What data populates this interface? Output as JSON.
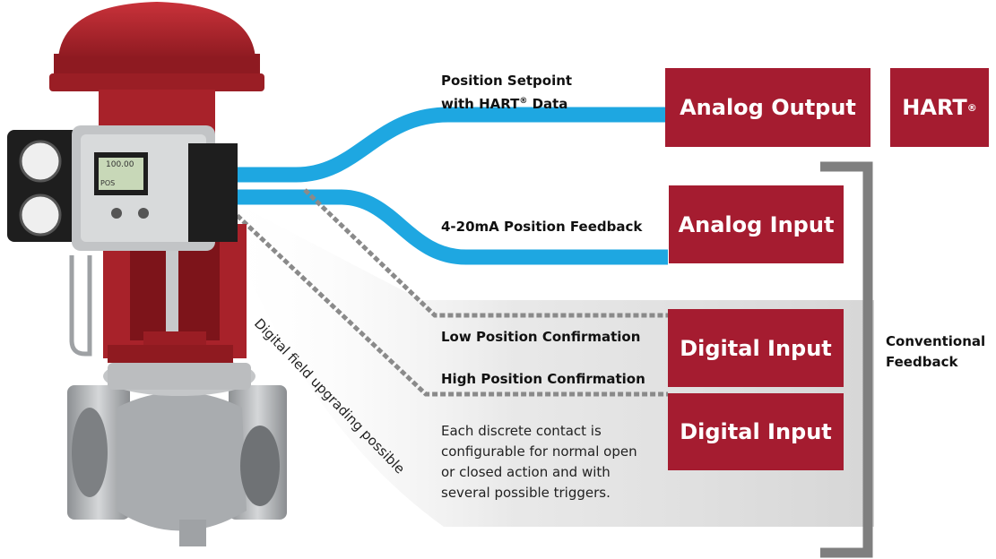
{
  "labels": {
    "setpoint_line1": "Position Setpoint",
    "setpoint_line2_pre": "with HART",
    "setpoint_line2_reg": "®",
    "setpoint_line2_post": " Data",
    "feedback_4_20": "4-20mA Position Feedback",
    "low_confirm": "Low Position Confirmation",
    "high_confirm": "High Position Confirmation",
    "conventional_line1": "Conventional",
    "conventional_line2": "Feedback",
    "digital_upgrade": "Digital field upgrading possible"
  },
  "boxes": {
    "analog_output": "Analog Output",
    "hart_text": "HART",
    "hart_reg": "®",
    "analog_input": "Analog Input",
    "digital_input_1": "Digital Input",
    "digital_input_2": "Digital Input"
  },
  "description": {
    "line1": "Each discrete contact is",
    "line2": "configurable for normal open",
    "line3": "or closed action and with",
    "line4": "several possible triggers."
  },
  "positioner_display": {
    "value": "100.00",
    "mode": "POS"
  },
  "colors": {
    "brand_red": "#a51c30",
    "signal_blue": "#1ea7e1",
    "dashed_gray": "#8a8a8a",
    "bracket_gray": "#7f7f7f",
    "shade_gray": "#d9d9d9",
    "actuator_red": "#b3272e",
    "valve_steel": "#b4b6b8"
  }
}
